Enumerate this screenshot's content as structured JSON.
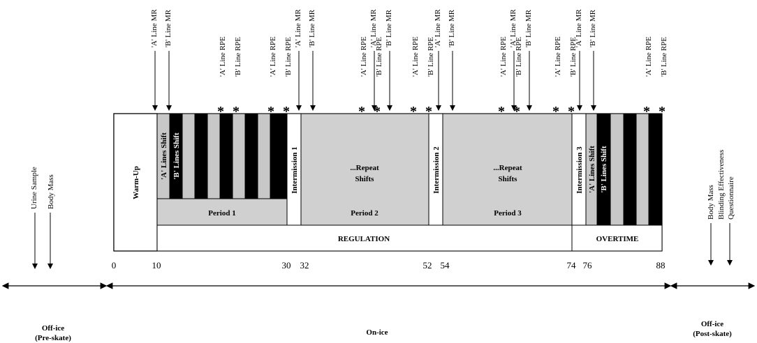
{
  "pre_skate": {
    "measures": [
      "Urine Sample",
      "Body Mass"
    ],
    "label_line1": "Off-ice",
    "label_line2": "(Pre-skate)"
  },
  "post_skate": {
    "measures": [
      "Body Mass",
      "Blinding Effectiveness",
      "Questionnaire"
    ],
    "label_line1": "Off-ice",
    "label_line2": "(Post-skate)"
  },
  "on_ice_label": "On-ice",
  "blocks": {
    "warmup": "Warm-Up",
    "a_lines_shift": "'A' Lines Shift",
    "b_lines_shift": "'B' Lines Shift",
    "intermission_1": "Intermission 1",
    "intermission_2": "Intermission 2",
    "intermission_3": "Intermission 3",
    "repeat_line1": "...Repeat",
    "repeat_line2": "Shifts",
    "period_1": "Period 1",
    "period_2": "Period 2",
    "period_3": "Period 3",
    "regulation": "REGULATION",
    "overtime": "OVERTIME"
  },
  "time_ticks": [
    "0",
    "10",
    "30",
    "32",
    "52",
    "54",
    "74",
    "76",
    "88"
  ],
  "markers": {
    "a_mr": "'A' Line MR",
    "b_mr": "'B' Line MR",
    "a_rpe": "'A' Line RPE",
    "b_rpe": "'B' Line RPE",
    "star": "*"
  },
  "colors": {
    "shift_dark": "#000000",
    "shift_light": "#c8c8c8",
    "period_fill": "#d0d0d0"
  }
}
